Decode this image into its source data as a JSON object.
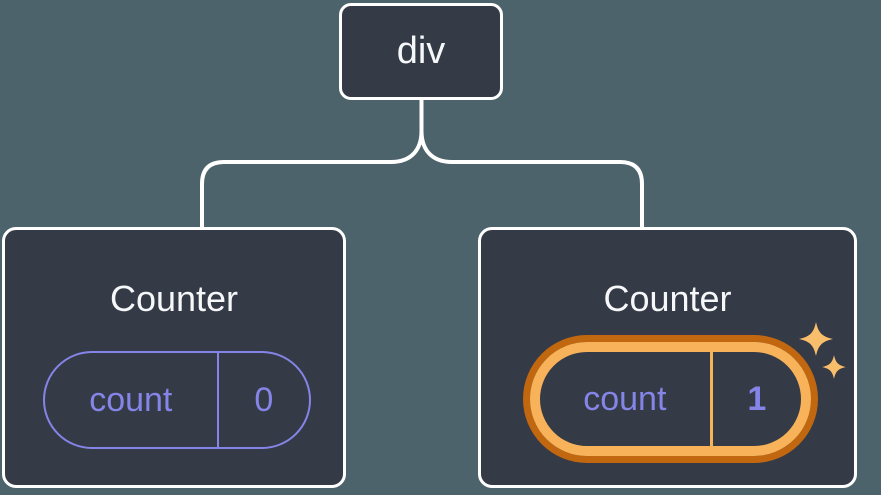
{
  "diagram": {
    "root": {
      "label": "div"
    },
    "children": [
      {
        "title": "Counter",
        "state": {
          "key": "count",
          "value": "0"
        },
        "highlighted": false
      },
      {
        "title": "Counter",
        "state": {
          "key": "count",
          "value": "1"
        },
        "highlighted": true
      }
    ]
  },
  "icons": {
    "sparkles": "sparkles-icon"
  },
  "colors": {
    "background": "#4D636C",
    "node-fill": "#343A46",
    "node-border": "#FFFFFF",
    "accent-purple": "#8585E8",
    "orange-dark": "#C16710",
    "orange-light": "#F8B35A",
    "sparkle": "#F9BE6C",
    "text-white": "#F6F7F9"
  }
}
